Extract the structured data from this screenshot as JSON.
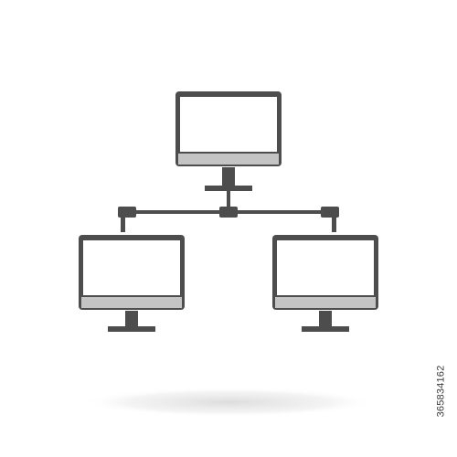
{
  "image": {
    "subject": "network-computers-icon",
    "side_label": "365834162",
    "colors": {
      "background": "#ffffff",
      "icon_dark": "#4d4d4d",
      "screen": "#ffffff",
      "chin": "#c4c4c4",
      "shadow": "#e6e6e6"
    },
    "computers": [
      {
        "id": "top-monitor"
      },
      {
        "id": "left-monitor"
      },
      {
        "id": "right-monitor"
      }
    ]
  }
}
